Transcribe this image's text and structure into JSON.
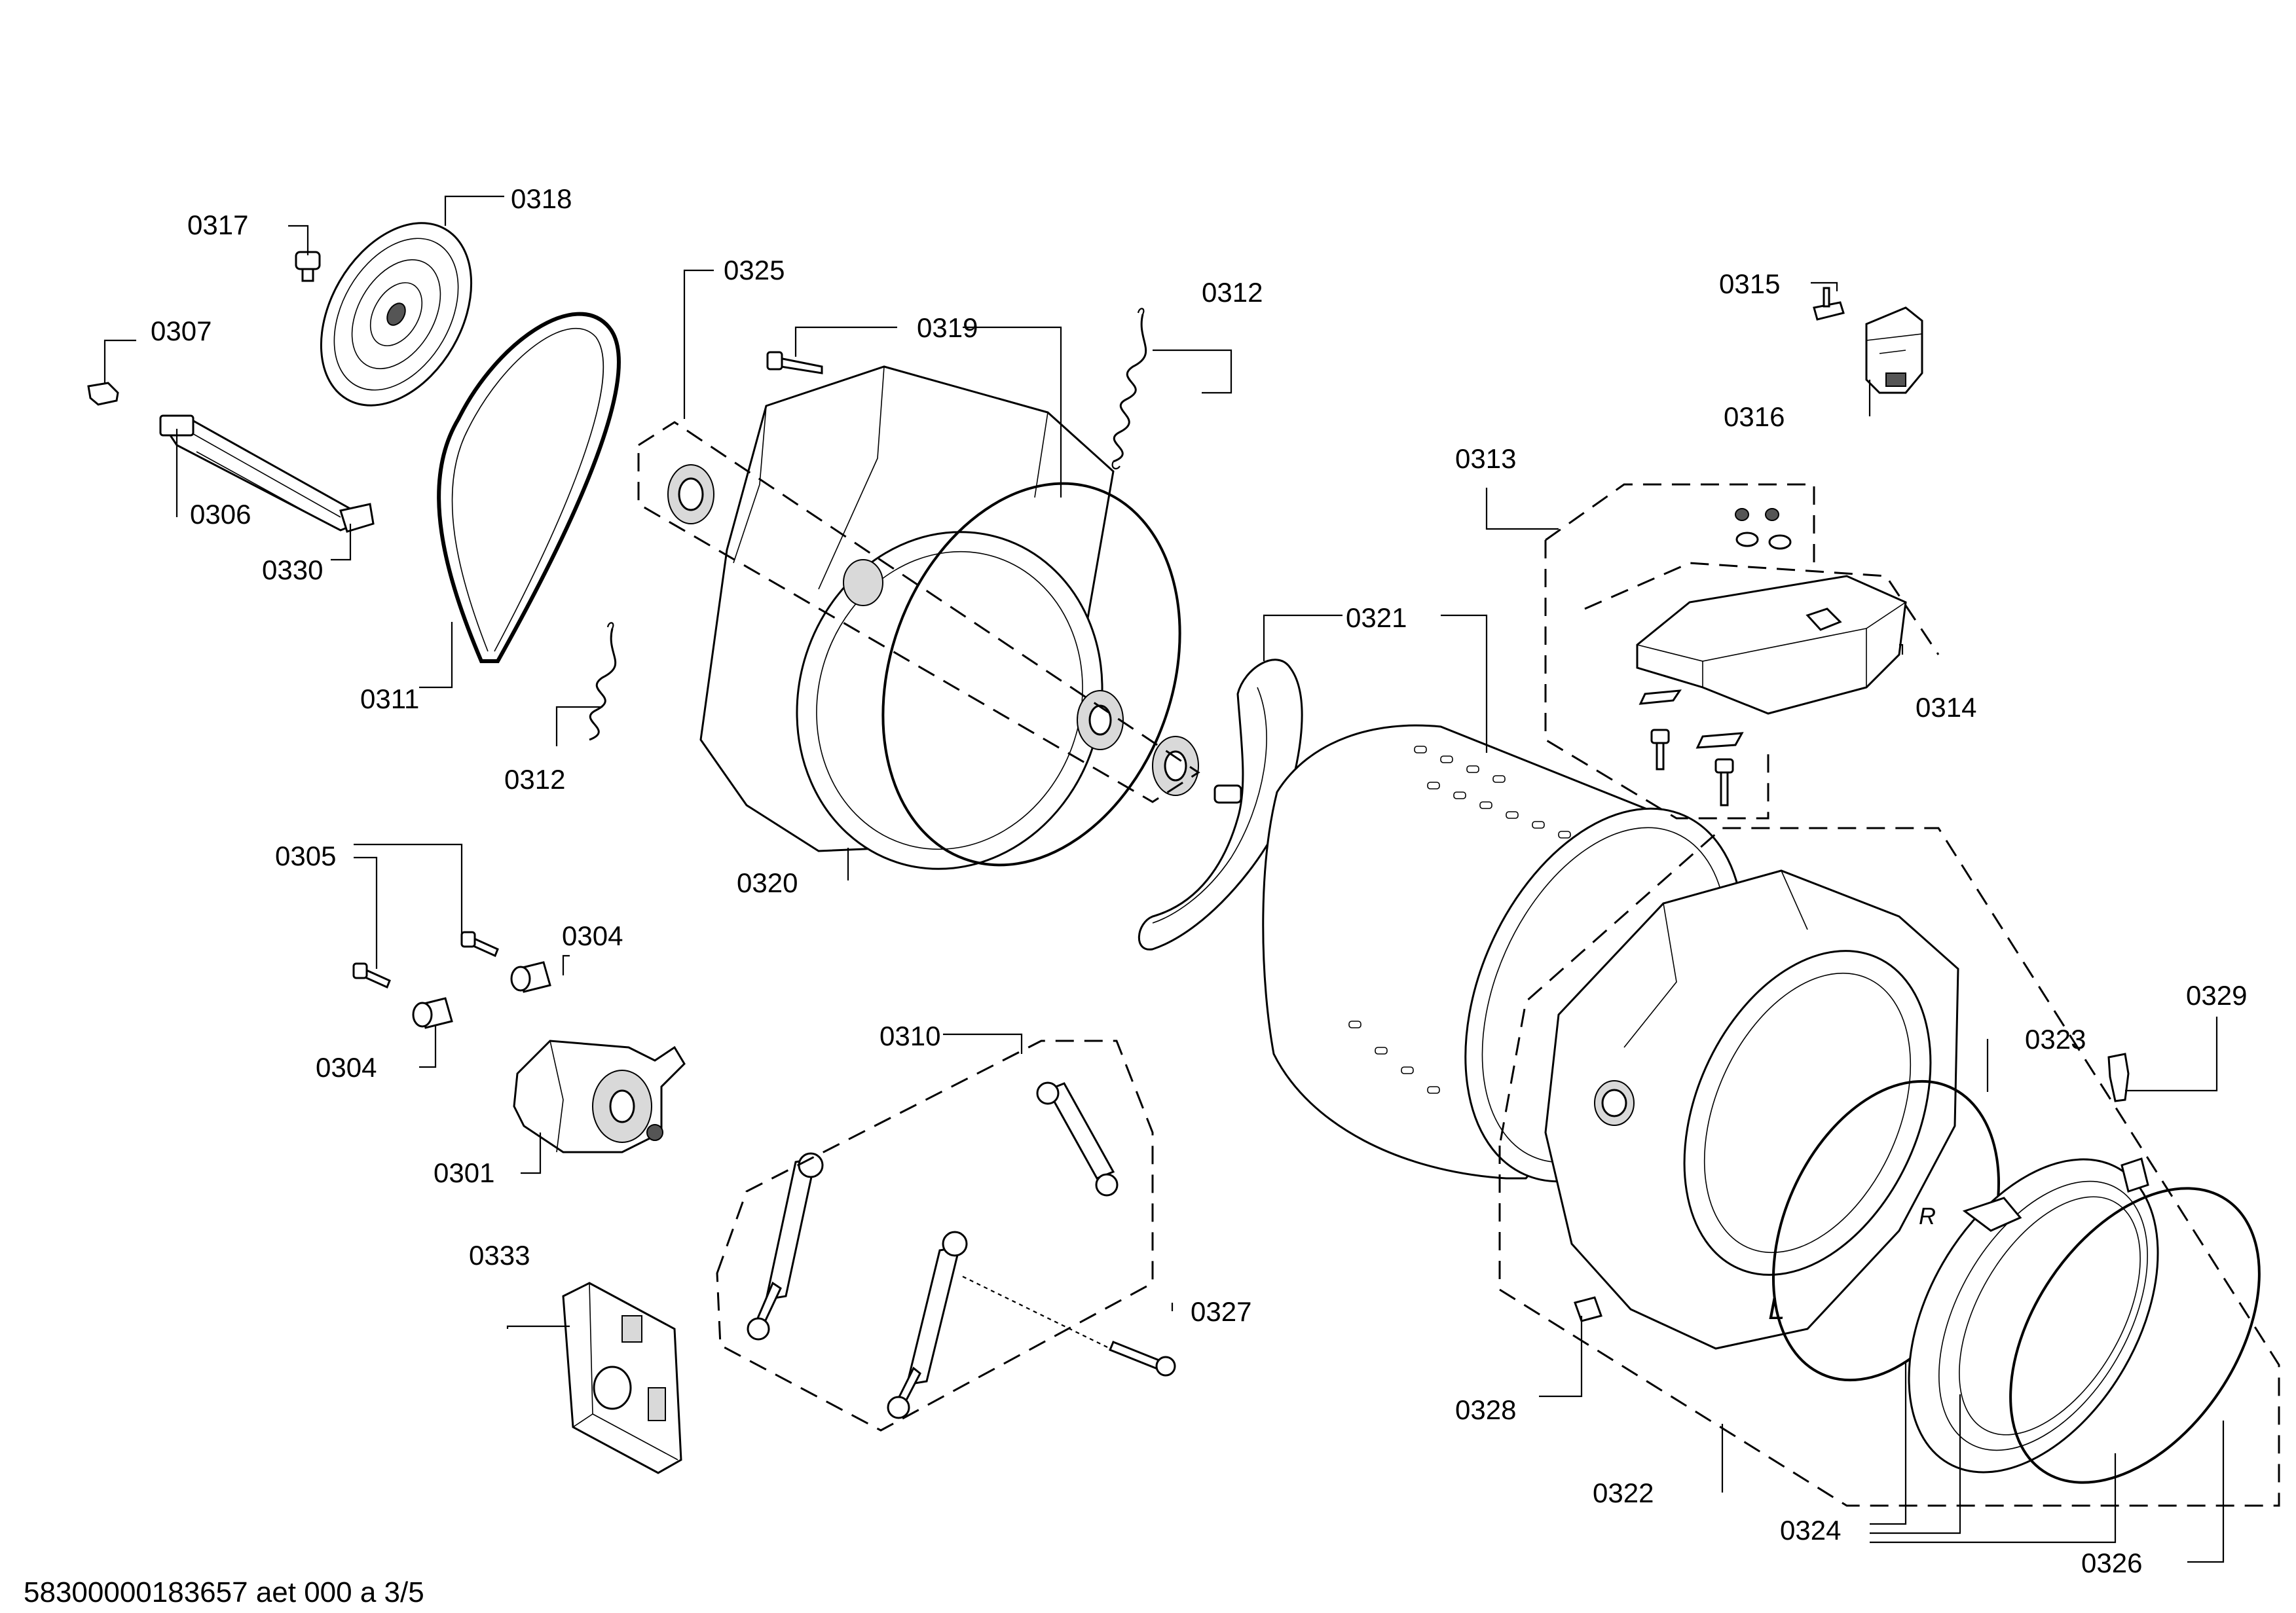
{
  "document_id": "58300000183657 aet 000 a 3/5",
  "labels": {
    "l0317": "0317",
    "l0318": "0318",
    "l0307": "0307",
    "l0306": "0306",
    "l0330": "0330",
    "l0311": "0311",
    "l0325": "0325",
    "l0319": "0319",
    "l0312a": "0312",
    "l0312b": "0312",
    "l0320": "0320",
    "l0315": "0315",
    "l0316": "0316",
    "l0313": "0313",
    "l0314": "0314",
    "l0321": "0321",
    "l0305": "0305",
    "l0304a": "0304",
    "l0304b": "0304",
    "l0301": "0301",
    "l0310": "0310",
    "l0327": "0327",
    "l0333": "0333",
    "l0329": "0329",
    "l0323": "0323",
    "l0328": "0328",
    "l0322": "0322",
    "l0324": "0324",
    "l0326": "0326"
  }
}
